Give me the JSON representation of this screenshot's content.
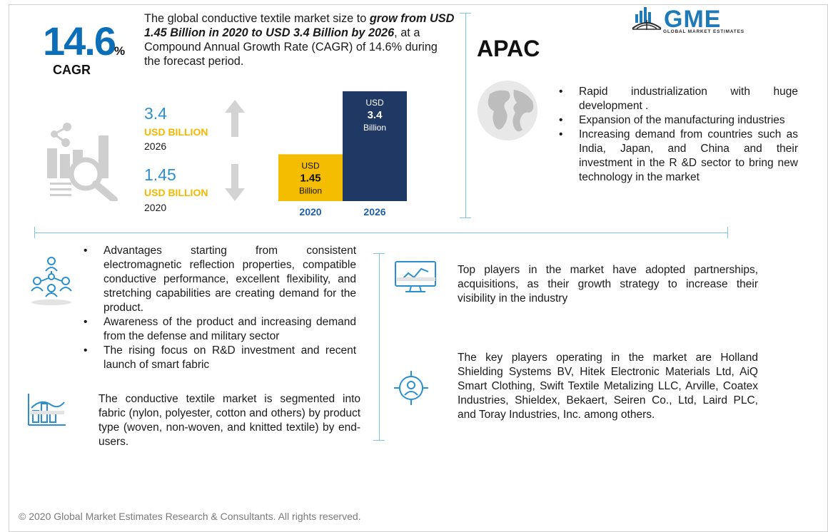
{
  "cagr": {
    "value": "14.6",
    "percent_sign": "%",
    "label": "CAGR"
  },
  "intro": {
    "prefix": "The global conductive textile market size to ",
    "emphasis": "grow from USD 1.45 Billion in 2020 to USD 3.4 Billion by 2026",
    "suffix": ", at a Compound Annual Growth Rate (CAGR) of 14.6% during the forecast period."
  },
  "stats": {
    "high": {
      "value": "3.4",
      "unit": "USD BILLION",
      "year": "2026"
    },
    "low": {
      "value": "1.45",
      "unit": "USD BILLION",
      "year": "2020"
    }
  },
  "chart_data": {
    "type": "bar",
    "categories": [
      "2020",
      "2026"
    ],
    "values": [
      1.45,
      3.4
    ],
    "bar_labels": [
      {
        "top": "USD",
        "value": "1.45",
        "bottom": "Billion"
      },
      {
        "top": "USD",
        "value": "3.4",
        "bottom": "Billion"
      }
    ],
    "colors": [
      "#f5bd00",
      "#1f3864"
    ],
    "ylim": [
      0,
      3.4
    ],
    "grid": false
  },
  "apac": {
    "title": "APAC",
    "bullets": [
      "Rapid industrialization with huge development .",
      "Expansion of the manufacturing industries",
      "Increasing demand from countries such as India, Japan, and China and their investment in the R &D sector to bring new technology in the market"
    ]
  },
  "drivers": [
    "Advantages starting from consistent electromagnetic reflection properties, compatible conductive performance, excellent flexibility, and stretching capabilities are creating demand for the product.",
    "Awareness of the product and increasing demand from the defense and military sector",
    "The rising focus on R&D investment and recent launch of smart fabric"
  ],
  "segmentation": "The conductive textile market is segmented into fabric (nylon, polyester, cotton and others) by product type (woven, non-woven, and knitted textile) by end-users.",
  "strategy": "Top players in the market have adopted partnerships, acquisitions, as their growth strategy to increase their visibility in the industry",
  "players": "The key players operating in the market are Holland Shielding Systems BV, Hitek Electronic Materials Ltd, AiQ Smart Clothing, Swift Textile Metalizing LLC, Arville, Coatex Industries, Shieldex, Bekaert, Seiren Co., Ltd, Laird PLC, and Toray Industries, Inc.  among others.",
  "footer": "© 2020 Global Market Estimates Research & Consultants. All rights reserved.",
  "logo": {
    "name": "GME",
    "tagline": "GLOBAL MARKET ESTIMATES"
  },
  "colors": {
    "accent_blue": "#0a6fb8",
    "gold": "#f5b800",
    "navy": "#1f3864",
    "divider": "#7ec3e6",
    "icon_gray": "#cfcfcf"
  }
}
